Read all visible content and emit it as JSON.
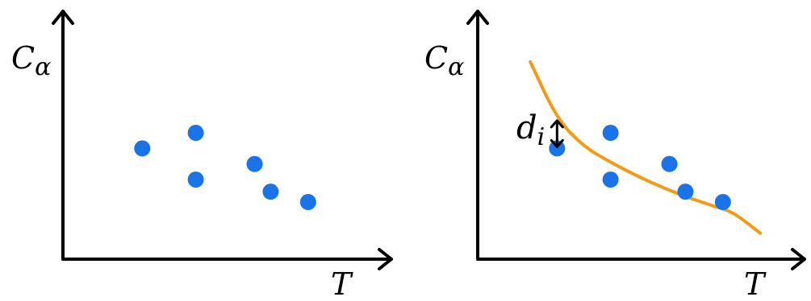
{
  "colors": {
    "point": "#1a73e8",
    "fit_curve": "#f39a16",
    "axis": "#000000"
  },
  "chart_data": [
    {
      "type": "scatter",
      "xlabel": "T",
      "ylabel": "Cα",
      "ylabel_main": "C",
      "ylabel_sub": "α",
      "grid": false,
      "points": [
        {
          "x": 1.0,
          "y": 6.4
        },
        {
          "x": 2.0,
          "y": 7.3
        },
        {
          "x": 2.0,
          "y": 4.6
        },
        {
          "x": 3.1,
          "y": 5.5
        },
        {
          "x": 3.4,
          "y": 3.9
        },
        {
          "x": 4.1,
          "y": 3.3
        }
      ]
    },
    {
      "type": "scatter",
      "xlabel": "T",
      "ylabel": "Cα",
      "ylabel_main": "C",
      "ylabel_sub": "α",
      "grid": false,
      "points": [
        {
          "x": 1.0,
          "y": 6.4
        },
        {
          "x": 2.0,
          "y": 7.3
        },
        {
          "x": 2.0,
          "y": 4.6
        },
        {
          "x": 3.1,
          "y": 5.5
        },
        {
          "x": 3.4,
          "y": 3.9
        },
        {
          "x": 4.1,
          "y": 3.3
        }
      ],
      "fit_curve": {
        "shape": "decreasing-exponential",
        "points": [
          {
            "x": 0.5,
            "y": 11.4
          },
          {
            "x": 1.0,
            "y": 8.1
          },
          {
            "x": 1.5,
            "y": 6.5
          },
          {
            "x": 2.0,
            "y": 5.6
          },
          {
            "x": 2.5,
            "y": 4.8
          },
          {
            "x": 3.0,
            "y": 4.1
          },
          {
            "x": 3.5,
            "y": 3.5
          },
          {
            "x": 4.0,
            "y": 3.0
          },
          {
            "x": 4.3,
            "y": 2.7
          },
          {
            "x": 4.8,
            "y": 1.5
          }
        ]
      },
      "annotation": {
        "text_main": "d",
        "text_sub": "i",
        "at_x": 1.0,
        "from_y": 6.4,
        "to_y": 8.1
      }
    }
  ]
}
